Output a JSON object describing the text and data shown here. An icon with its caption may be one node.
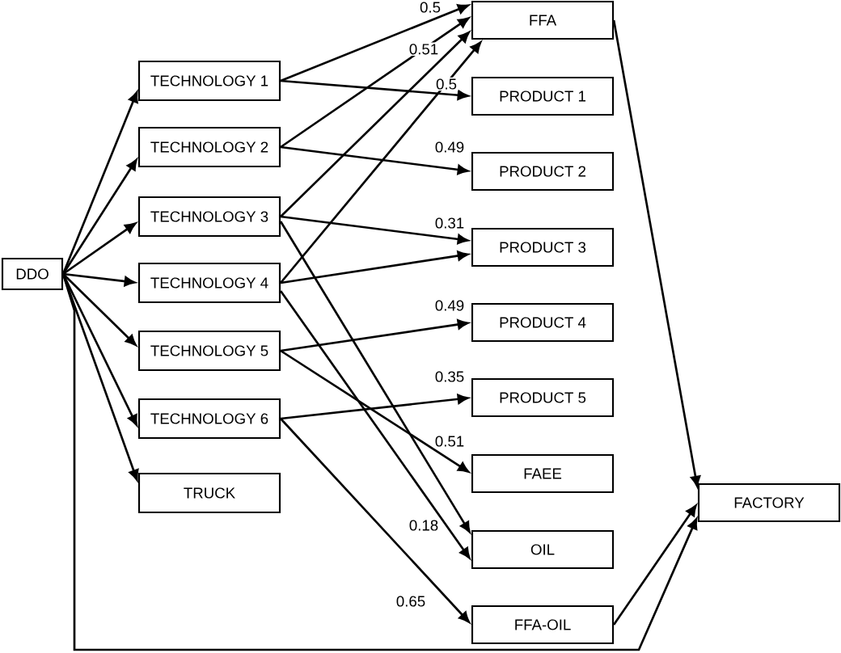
{
  "diagram": {
    "nodes": [
      {
        "text": [
          "DDO"
        ]
      },
      {
        "text": [
          "TECHNOLOGY 1"
        ]
      },
      {
        "text": [
          "TECHNOLOGY 2"
        ]
      },
      {
        "text": [
          "TECHNOLOGY 3"
        ]
      },
      {
        "text": [
          "TECHNOLOGY 4"
        ]
      },
      {
        "text": [
          "TECHNOLOGY 5"
        ]
      },
      {
        "text": [
          "TECHNOLOGY 6"
        ]
      },
      {
        "text": [
          "TRUCK"
        ]
      },
      {
        "text": [
          "FFA"
        ]
      },
      {
        "text": [
          "PRODUCT 1"
        ]
      },
      {
        "text": [
          "PRODUCT 2"
        ]
      },
      {
        "text": [
          "PRODUCT 3"
        ]
      },
      {
        "text": [
          "PRODUCT 4"
        ]
      },
      {
        "text": [
          "PRODUCT 5"
        ]
      },
      {
        "text": [
          "FAEE"
        ]
      },
      {
        "text": [
          "OIL"
        ]
      },
      {
        "text": [
          "FFA-OIL"
        ]
      },
      {
        "text": [
          "FACTORY"
        ]
      }
    ],
    "edges": [
      {
        "from": 0,
        "to": 1,
        "arrow": "to"
      },
      {
        "from": 0,
        "to": 2,
        "arrow": "to"
      },
      {
        "from": 0,
        "to": 3,
        "arrow": "to"
      },
      {
        "from": 0,
        "to": 4,
        "arrow": "to"
      },
      {
        "from": 0,
        "to": 5,
        "arrow": "to"
      },
      {
        "from": 0,
        "to": 6,
        "arrow": "to"
      },
      {
        "from": 0,
        "to": 7,
        "arrow": "to"
      },
      {
        "from": 0,
        "to": 17,
        "arrow": "to"
      },
      {
        "from": 1,
        "to": 8,
        "arrow": "to",
        "label": "0.5"
      },
      {
        "from": 1,
        "to": 9,
        "arrow": "to",
        "label": "0.5"
      },
      {
        "from": 2,
        "to": 8,
        "arrow": "to",
        "label": "0.51"
      },
      {
        "from": 2,
        "to": 10,
        "arrow": "to",
        "label": "0.49"
      },
      {
        "from": 3,
        "to": 8,
        "arrow": "to"
      },
      {
        "from": 3,
        "to": 11,
        "arrow": "to",
        "label": "0.31"
      },
      {
        "from": 3,
        "to": 15,
        "arrow": "to",
        "label": "0.18"
      },
      {
        "from": 4,
        "to": 8,
        "arrow": "to"
      },
      {
        "from": 4,
        "to": 11,
        "arrow": "to"
      },
      {
        "from": 4,
        "to": 15,
        "arrow": "to"
      },
      {
        "from": 5,
        "to": 12,
        "arrow": "to",
        "label": "0.49"
      },
      {
        "from": 5,
        "to": 14,
        "arrow": "to",
        "label": "0.51"
      },
      {
        "from": 6,
        "to": 13,
        "arrow": "to",
        "label": "0.35"
      },
      {
        "from": 6,
        "to": 16,
        "arrow": "to",
        "label": "0.65"
      },
      {
        "from": 8,
        "to": 17,
        "arrow": "to"
      },
      {
        "from": 16,
        "to": 17,
        "arrow": "to"
      }
    ]
  }
}
